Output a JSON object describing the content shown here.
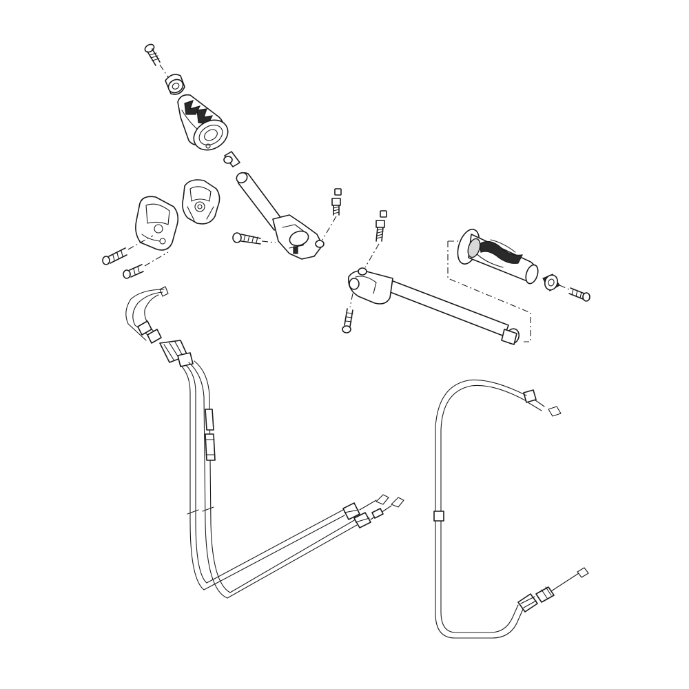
{
  "diagram": {
    "kind": "exploded-parts-view",
    "labels": [],
    "parts": [
      "screw-top-left",
      "bar-end-weight-left",
      "left-grip",
      "throttle-sleeve",
      "switch-housing-rear",
      "switch-housing-front",
      "switch-screw-a",
      "switch-screw-b",
      "left-handlebar",
      "left-clamp-bolt",
      "left-pinch-bolt",
      "right-handlebar",
      "right-clamp-bolt",
      "right-pinch-bolt",
      "right-grip",
      "bar-end-weight-right",
      "screw-right",
      "throttle-cables",
      "clutch-cable"
    ],
    "colors": {
      "line": "#1a1a1a",
      "background": "#ffffff"
    }
  }
}
